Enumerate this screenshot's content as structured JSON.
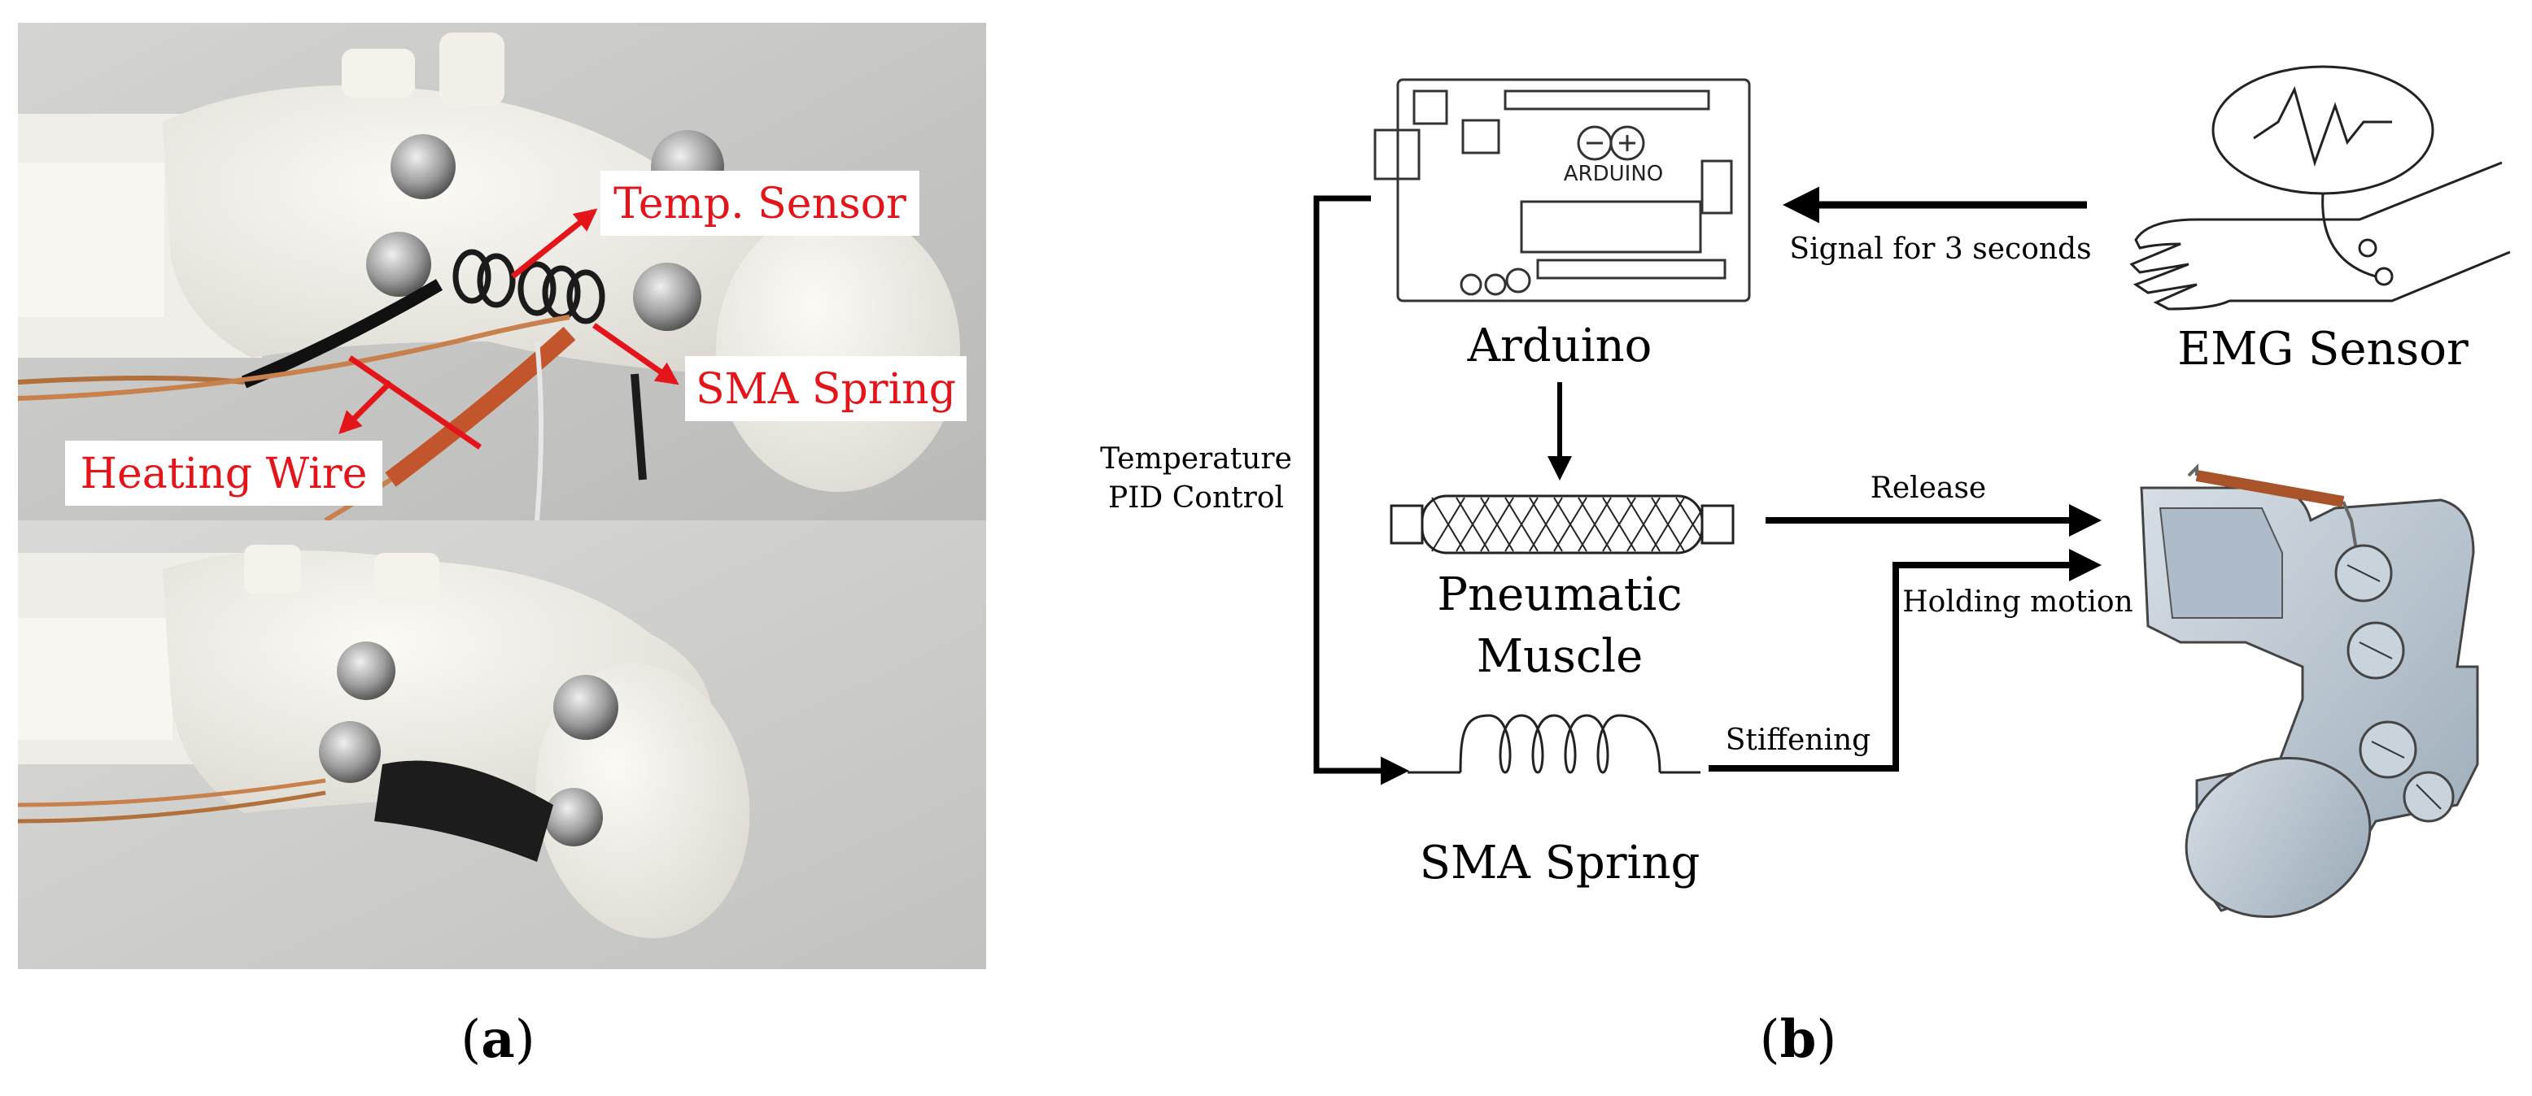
{
  "panel_a": {
    "caption_letter": "a",
    "top_photo": {
      "labels": {
        "temp_sensor": "Temp. Sensor",
        "sma_spring": "SMA Spring",
        "heating_wire": "Heating Wire"
      }
    }
  },
  "panel_b": {
    "caption_letter": "b",
    "arduino_board_text": "ARDUINO",
    "components": {
      "arduino": "Arduino",
      "emg_sensor": "EMG Sensor",
      "pneumatic_muscle_line1": "Pneumatic",
      "pneumatic_muscle_line2": "Muscle",
      "sma_spring": "SMA Spring"
    },
    "arrows": {
      "signal": "Signal for 3 seconds",
      "temperature_line1": "Temperature",
      "temperature_line2": "PID Control",
      "release": "Release",
      "holding": "Holding motion",
      "stiffening": "Stiffening"
    }
  },
  "colors": {
    "label_red": "#e3151b",
    "photo_bg": "#c9c9c7",
    "cad_blue": "#b9c6d2"
  }
}
